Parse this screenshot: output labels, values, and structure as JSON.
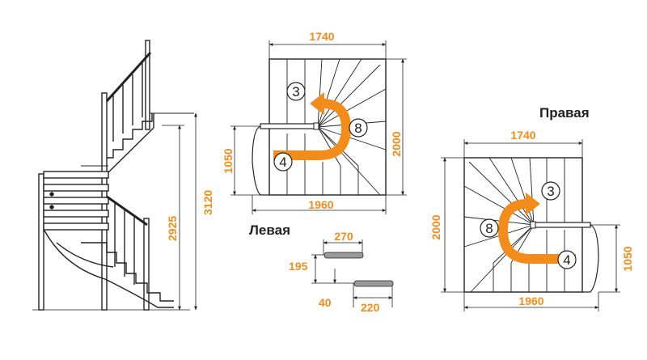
{
  "colors": {
    "accent": "#f28c1a",
    "line": "#222222",
    "tread": "#888888"
  },
  "labels": {
    "left": "Левая",
    "right": "Правая"
  },
  "left_plan": {
    "width_top": "1740",
    "depth": "2000",
    "landing": "1050",
    "width_bottom": "1960",
    "marker_upper": "3",
    "marker_winder": "8",
    "marker_lower": "4"
  },
  "right_plan": {
    "width_top": "1740",
    "depth": "2000",
    "landing": "1050",
    "width_bottom": "1960",
    "marker_upper": "3",
    "marker_winder": "8",
    "marker_lower": "4"
  },
  "elevation": {
    "height_landing": "2925",
    "height_total": "3120"
  },
  "step_detail": {
    "tread_depth": "270",
    "rise": "195",
    "overlap": "40",
    "nosing": "220"
  }
}
